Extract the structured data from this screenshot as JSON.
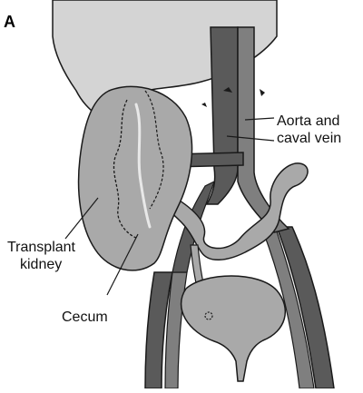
{
  "panel_letter": "A",
  "labels": {
    "aorta_line1": "Aorta and",
    "aorta_line2": "caval vein",
    "kidney_line1": "Transplant",
    "kidney_line2": "kidney",
    "cecum": "Cecum"
  },
  "colors": {
    "outline": "#1a1a1a",
    "liver_fill": "#d4d4d4",
    "organ_fill": "#a9a9a9",
    "vessel_dark": "#5a5a5a",
    "vessel_mid": "#7f7f7f",
    "background": "#ffffff"
  }
}
